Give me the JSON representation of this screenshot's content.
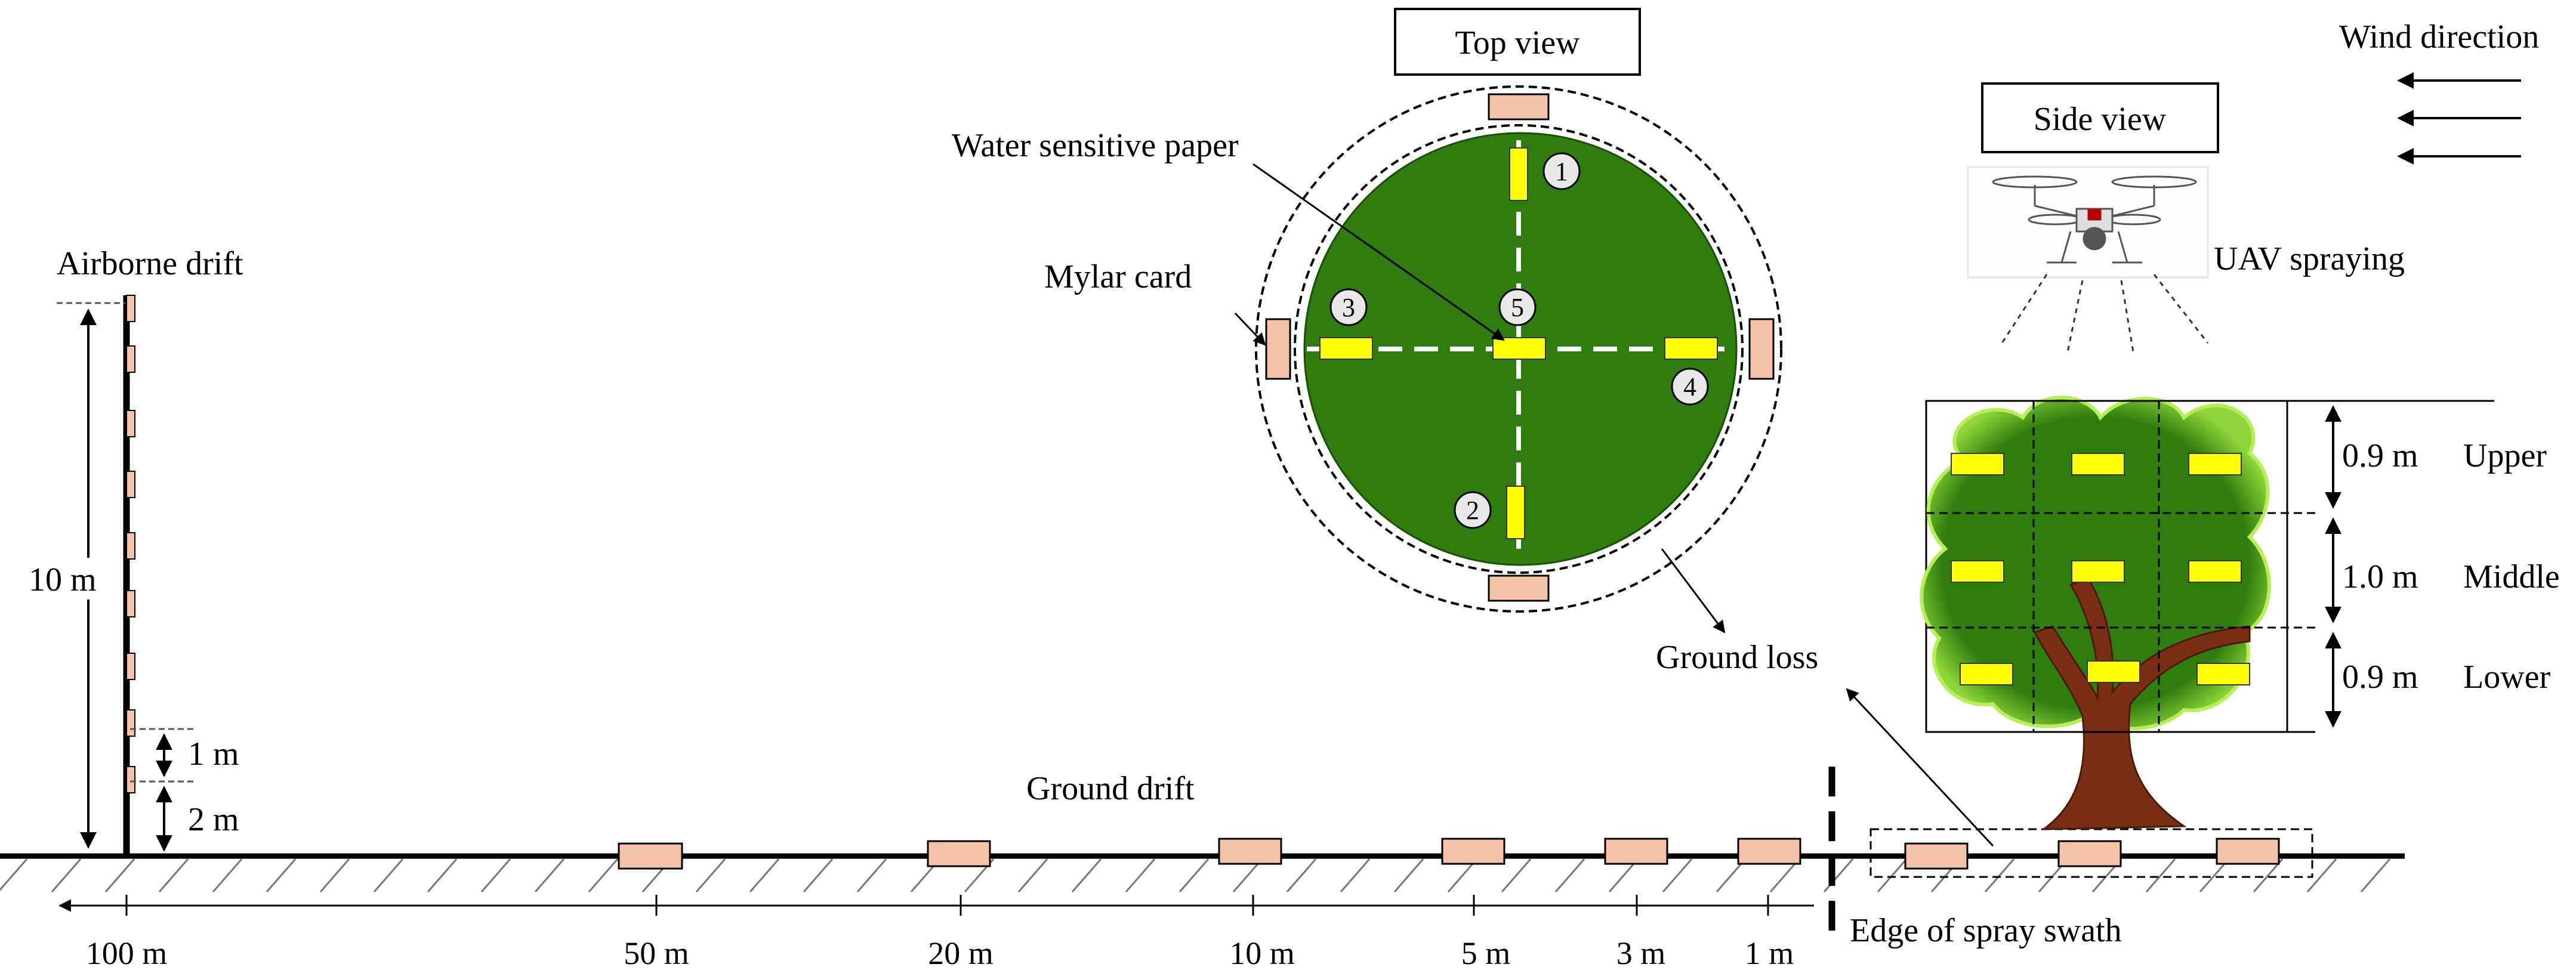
{
  "labels": {
    "top_view": "Top view",
    "side_view": "Side view",
    "wind_direction": "Wind direction",
    "uav_spraying": "UAV spraying",
    "water_sensitive_paper": "Water sensitive paper",
    "mylar_card": "Mylar card",
    "airborne_drift": "Airborne drift",
    "ground_drift": "Ground drift",
    "ground_loss": "Ground loss",
    "edge_of_spray_swath": "Edge of spray swath",
    "height_10m": "10 m",
    "gap_1m": "1 m",
    "gap_2m": "2 m"
  },
  "canopy_layers": [
    {
      "height": "0.9 m",
      "name": "Upper"
    },
    {
      "height": "1.0 m",
      "name": "Middle"
    },
    {
      "height": "0.9 m",
      "name": "Lower"
    }
  ],
  "ground_distances": [
    "100 m",
    "50 m",
    "20 m",
    "10 m",
    "5 m",
    "3 m",
    "1 m"
  ],
  "wsp_numbers": [
    "1",
    "2",
    "3",
    "4",
    "5"
  ],
  "colors": {
    "canopy_green": "#2e7d0e",
    "paper_yellow": "#ffff00",
    "mylar_card": "#f7c3a8",
    "trunk_brown": "#7a2e14"
  }
}
